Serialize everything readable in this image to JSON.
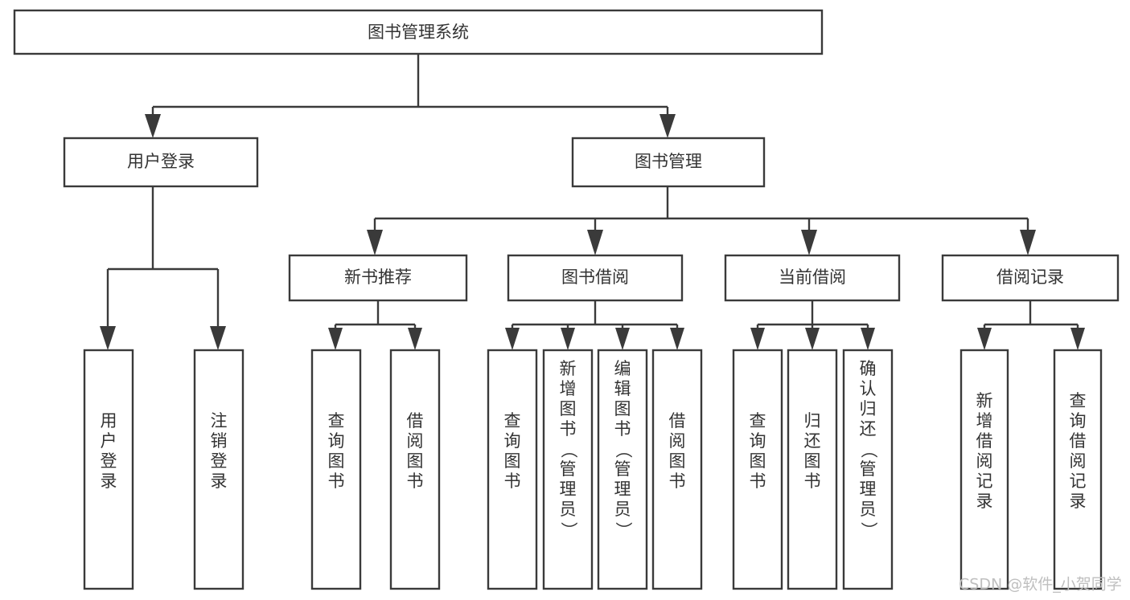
{
  "diagram": {
    "title": "图书管理系统",
    "type": "tree",
    "root": {
      "id": "root",
      "label": "图书管理系统"
    },
    "level2": [
      {
        "id": "user-login",
        "label": "用户登录"
      },
      {
        "id": "book-manage",
        "label": "图书管理"
      }
    ],
    "level3": [
      {
        "id": "new-book-rec",
        "label": "新书推荐",
        "parent": "book-manage"
      },
      {
        "id": "book-borrow",
        "label": "图书借阅",
        "parent": "book-manage"
      },
      {
        "id": "current-borrow",
        "label": "当前借阅",
        "parent": "book-manage"
      },
      {
        "id": "borrow-record",
        "label": "借阅记录",
        "parent": "book-manage"
      }
    ],
    "leaves": [
      {
        "id": "leaf-user-login",
        "label": "用户登录",
        "parent": "user-login"
      },
      {
        "id": "leaf-logout",
        "label": "注销登录",
        "parent": "user-login"
      },
      {
        "id": "leaf-query-book-1",
        "label": "查询图书",
        "parent": "new-book-rec"
      },
      {
        "id": "leaf-borrow-book-1",
        "label": "借阅图书",
        "parent": "new-book-rec"
      },
      {
        "id": "leaf-query-book-2",
        "label": "查询图书",
        "parent": "book-borrow"
      },
      {
        "id": "leaf-add-book",
        "label": "新增图书（管理员）",
        "parent": "book-borrow"
      },
      {
        "id": "leaf-edit-book",
        "label": "编辑图书（管理员）",
        "parent": "book-borrow"
      },
      {
        "id": "leaf-borrow-book-2",
        "label": "借阅图书",
        "parent": "book-borrow"
      },
      {
        "id": "leaf-query-book-3",
        "label": "查询图书",
        "parent": "current-borrow"
      },
      {
        "id": "leaf-return-book",
        "label": "归还图书",
        "parent": "current-borrow"
      },
      {
        "id": "leaf-confirm-return",
        "label": "确认归还（管理员）",
        "parent": "current-borrow"
      },
      {
        "id": "leaf-add-record",
        "label": "新增借阅记录",
        "parent": "borrow-record"
      },
      {
        "id": "leaf-query-record",
        "label": "查询借阅记录",
        "parent": "borrow-record"
      }
    ]
  },
  "watermark": {
    "text": "CSDN @软件_小贺同学"
  },
  "colors": {
    "box_stroke": "#3a3a3a",
    "box_fill": "#ffffff",
    "text": "#333333",
    "connector": "#3a3a3a",
    "watermark": "#bfbfbf",
    "background": "#ffffff"
  }
}
